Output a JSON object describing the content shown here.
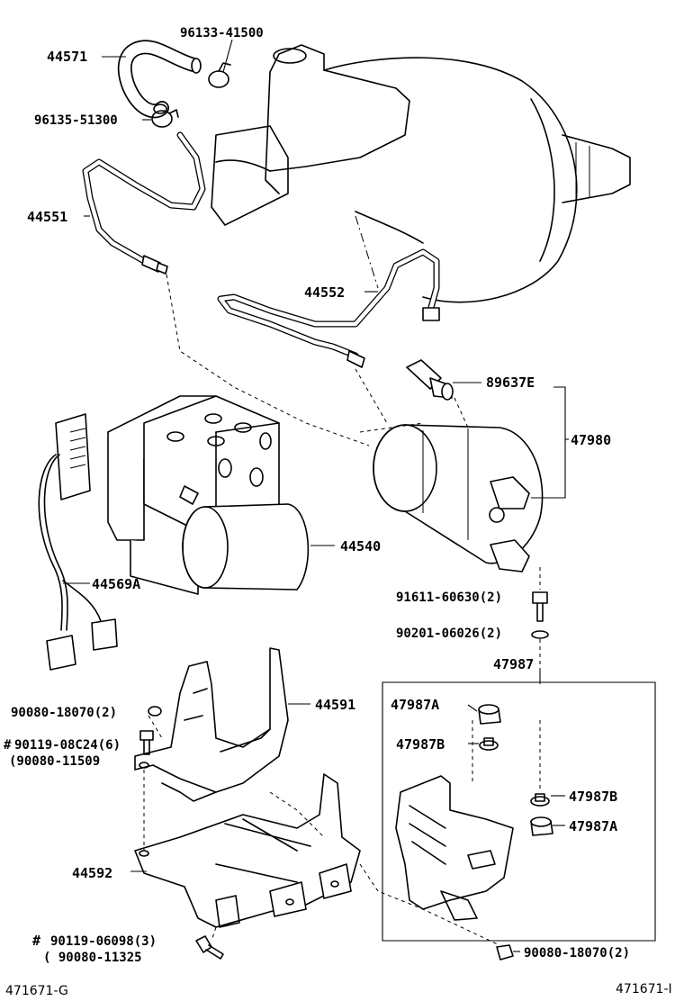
{
  "labels": {
    "p44571": "44571",
    "p96133_41500": "96133-41500",
    "p96135_51300": "96135-51300",
    "p44551": "44551",
    "p44552": "44552",
    "p89637E": "89637E",
    "p47980": "47980",
    "p44540": "44540",
    "p44569A": "44569A",
    "p91611_60630": "91611-60630(2)",
    "p90201_06026": "90201-06026(2)",
    "p47987": "47987",
    "p90080_18070_left": "90080-18070(2)",
    "p44591": "44591",
    "p90119_08C24": "90119-08C24(6)",
    "p90080_11509": "(90080-11509",
    "p47987A_top": "47987A",
    "p47987B_top": "47987B",
    "p47987B_right": "47987B",
    "p47987A_right": "47987A",
    "p44592": "44592",
    "p90119_06098": "90119-06098(3)",
    "p90080_11325": "( 90080-11325",
    "p90080_18070_bottom": "90080-18070(2)",
    "hash1": "#",
    "hash2": "#"
  },
  "refs": {
    "left": "471671-G",
    "right": "471671-I"
  }
}
